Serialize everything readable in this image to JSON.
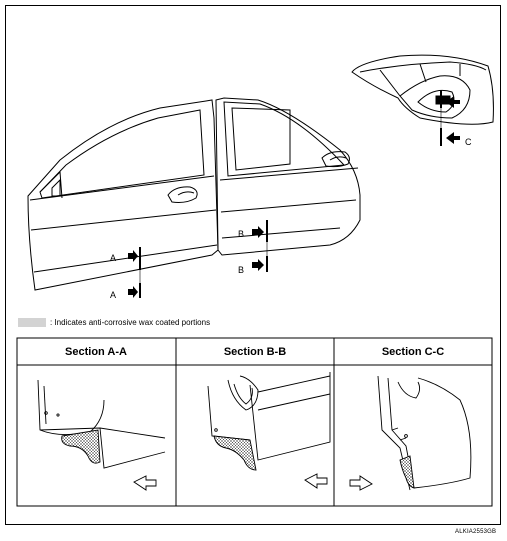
{
  "labels": {
    "a_top": "A",
    "a_bottom": "A",
    "b_top": "B",
    "b_bottom": "B",
    "c": "C"
  },
  "legend": {
    "text": ": Indicates anti-corrosive wax coated portions"
  },
  "sections": [
    {
      "title": "Section A-A"
    },
    {
      "title": "Section B-B"
    },
    {
      "title": "Section C-C"
    }
  ],
  "figure_code": "ALKIA2553GB"
}
